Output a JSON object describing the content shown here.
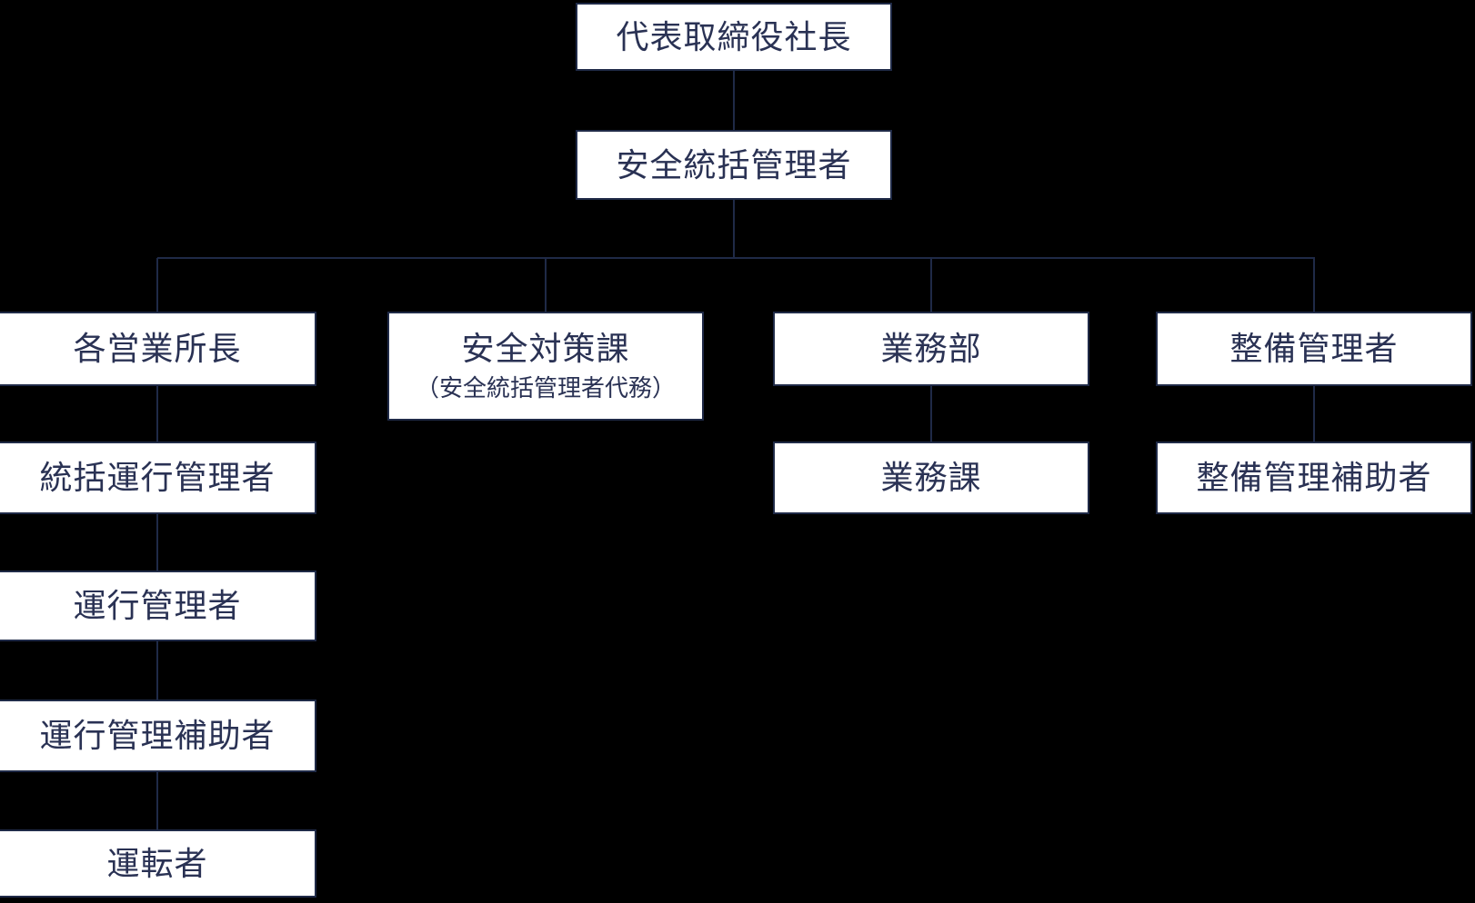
{
  "diagram": {
    "type": "org-chart",
    "background_color": "#000000",
    "box_fill_color": "#ffffff",
    "box_border_color": "#1f2a47",
    "text_color": "#2a3254",
    "line_color": "#1f2a47"
  },
  "nodes": {
    "president": {
      "label": "代表取締役社長"
    },
    "safety_general_manager": {
      "label": "安全統括管理者"
    },
    "office_managers": {
      "label": "各営業所長"
    },
    "safety_division": {
      "label": "安全対策課",
      "sublabel": "（安全統括管理者代務）"
    },
    "operations_dept": {
      "label": "業務部"
    },
    "maintenance_manager": {
      "label": "整備管理者"
    },
    "chief_operation_manager": {
      "label": "統括運行管理者"
    },
    "operations_section": {
      "label": "業務課"
    },
    "maintenance_assistant": {
      "label": "整備管理補助者"
    },
    "operation_manager": {
      "label": "運行管理者"
    },
    "operation_assistant": {
      "label": "運行管理補助者"
    },
    "drivers": {
      "label": "運転者"
    }
  },
  "edges": [
    [
      "代表取締役社長",
      "安全統括管理者"
    ],
    [
      "安全統括管理者",
      "各営業所長"
    ],
    [
      "安全統括管理者",
      "安全対策課"
    ],
    [
      "安全統括管理者",
      "業務部"
    ],
    [
      "安全統括管理者",
      "整備管理者"
    ],
    [
      "各営業所長",
      "統括運行管理者"
    ],
    [
      "統括運行管理者",
      "運行管理者"
    ],
    [
      "運行管理者",
      "運行管理補助者"
    ],
    [
      "運行管理補助者",
      "運転者"
    ],
    [
      "業務部",
      "業務課"
    ],
    [
      "整備管理者",
      "整備管理補助者"
    ]
  ]
}
